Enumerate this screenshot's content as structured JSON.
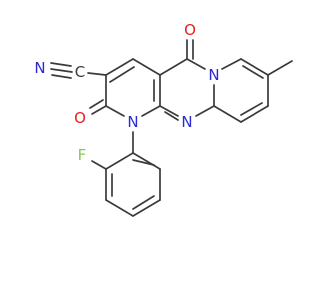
{
  "molecule": {
    "atom_labels": {
      "nitrile_n": "N",
      "nitrile_c": "C",
      "carbonyl_o_top": "O",
      "carbonyl_o_left": "O",
      "ring_n_bridge": "N",
      "ring_n_lower": "N",
      "ring_n_aryl": "N",
      "fluorine": "F"
    },
    "colors": {
      "carbon": "#3a3a3a",
      "nitrogen": "#2a2acf",
      "oxygen": "#e8211f",
      "fluorine": "#8fc45f"
    }
  }
}
